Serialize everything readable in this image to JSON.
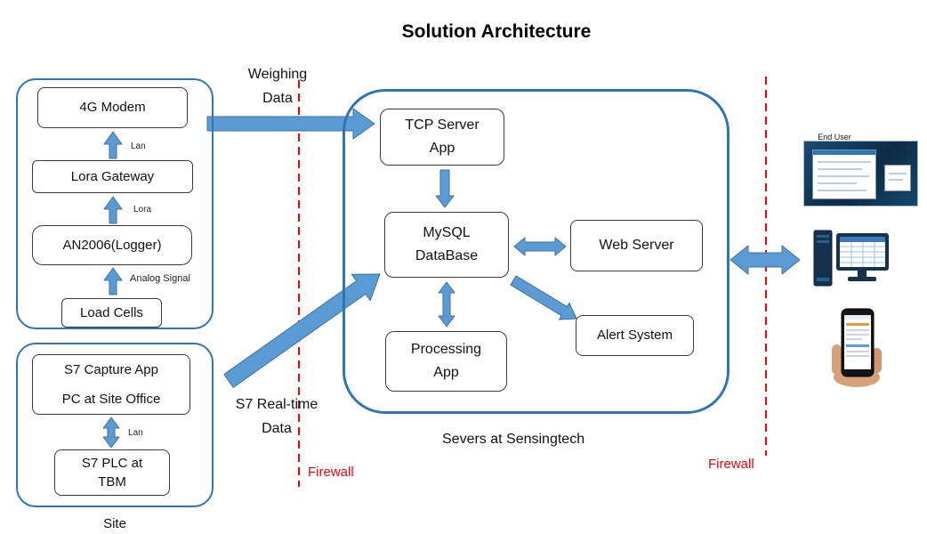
{
  "title": "Solution Architecture",
  "weighing_group": {
    "modem": "4G Modem",
    "lan": "Lan",
    "gateway": "Lora Gateway",
    "lora": "Lora",
    "logger": "AN2006(Logger)",
    "analog": "Analog Signal",
    "load_cells": "Load Cells"
  },
  "s7_group": {
    "capture": [
      "S7 Capture App",
      "PC at Site Office"
    ],
    "lan": "Lan",
    "plc": [
      "S7 PLC at",
      "TBM"
    ],
    "caption": "Site"
  },
  "flow_labels": {
    "weighing": [
      "Weighing",
      "Data"
    ],
    "s7": [
      "S7 Real-time",
      "Data"
    ]
  },
  "firewall": {
    "left": "Firewall",
    "right": "Firewall"
  },
  "server_group": {
    "tcp": [
      "TCP Server",
      "App"
    ],
    "mysql": [
      "MySQL",
      "DataBase"
    ],
    "web": "Web Server",
    "alert": "Alert System",
    "processing": [
      "Processing",
      "App"
    ],
    "caption": "Severs at Sensingtech"
  },
  "clients": {
    "end_user": "End User"
  },
  "colors": {
    "container_border": "#2e75b6",
    "arrow_fill": "#5b9bd5",
    "arrow_stroke": "#41719c",
    "firewall": "#ff0000"
  }
}
